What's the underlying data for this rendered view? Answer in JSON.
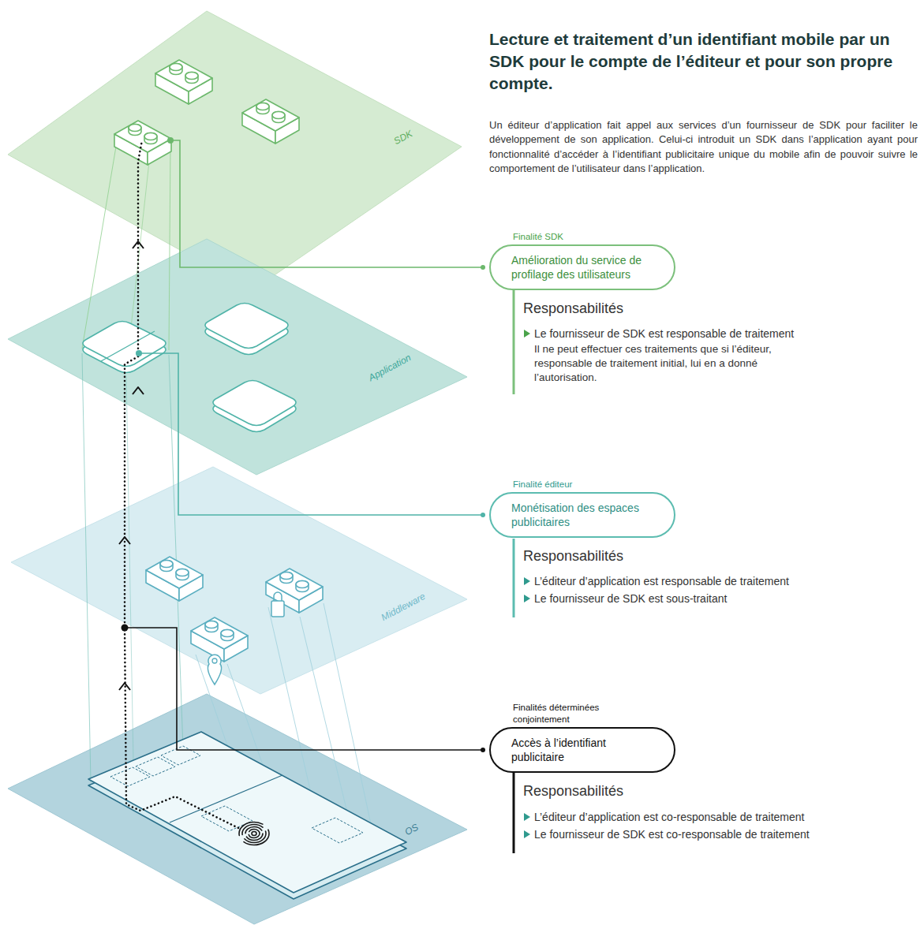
{
  "diagram": {
    "title": "Lecture et traitement d’un identifiant mobile par un SDK pour le compte de l’éditeur et pour son propre compte.",
    "caption": "Un éditeur d’application fait appel aux services d’un fournisseur de SDK pour faciliter le développement de son application. Celui-ci introduit un SDK dans l’application ayant pour fonctionnalité d’accéder à l’identifiant publicitaire unique du mobile afin de pouvoir suivre le comportement de l’utilisateur dans l’application.",
    "nodes": [
      {
        "text": [
          "Finalité SDK",
          "Amélioration du service de profilage des utilisateurs"
        ]
      },
      {
        "text": [
          "Finalité éditeur",
          "Monétisation des espaces publicitaires"
        ]
      },
      {
        "text": [
          "Finalités déterminées conjointement",
          "Accès à l’identifiant publicitaire"
        ]
      }
    ],
    "labels": [
      "SDK",
      "Application",
      "Middleware",
      "OS",
      "Responsabilités",
      "Le fournisseur de SDK est responsable de traitement",
      "Il ne peut effectuer ces traitements que si l’éditeur, responsable de traitement initial, lui en a donné l’autorisation.",
      "Responsabilités",
      "L’éditeur d’application est responsable de traitement",
      "Le fournisseur de SDK est sous-traitant",
      "Responsabilités",
      "L’éditeur d’application est co-responsable de traitement",
      "Le fournisseur de SDK est co-responsable de traitement"
    ]
  }
}
